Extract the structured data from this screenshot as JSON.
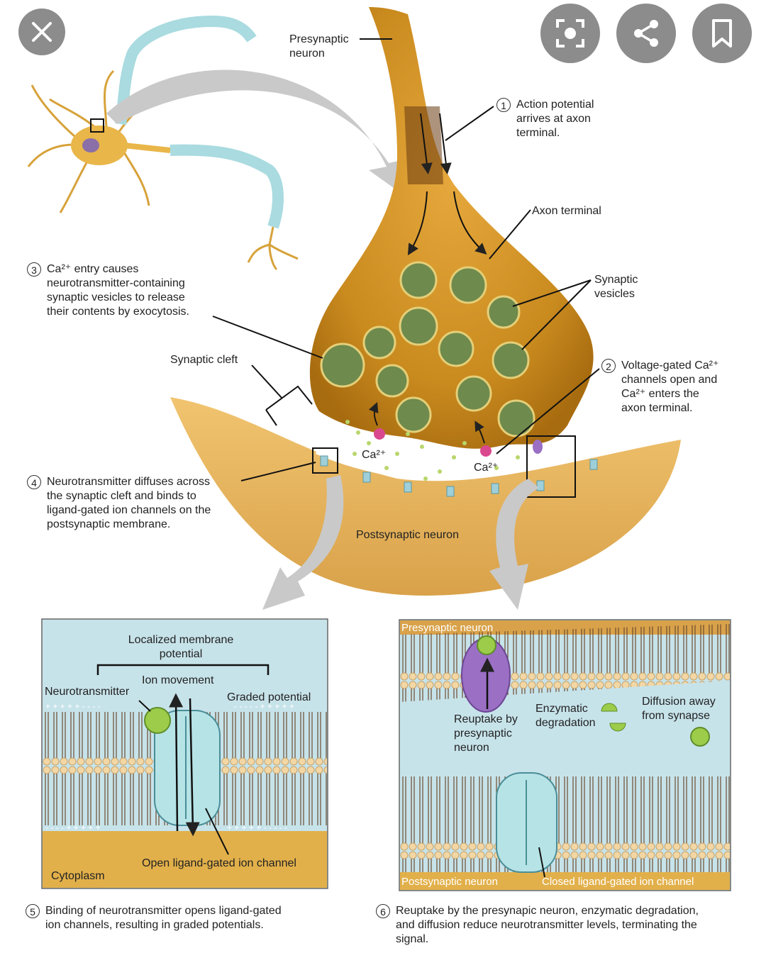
{
  "top": {
    "presynaptic_label": "Presynaptic\nneuron",
    "axon_terminal_label": "Axon terminal",
    "synaptic_vesicles_label": "Synaptic\nvesicles",
    "synaptic_cleft_label": "Synaptic cleft",
    "postsynaptic_label": "Postsynaptic neuron",
    "ca_label_1": "Ca²⁺",
    "ca_label_2": "Ca²⁺"
  },
  "steps": [
    {
      "num": "1",
      "text": "Action potential\narrives at axon\nterminal."
    },
    {
      "num": "2",
      "text": "Voltage-gated Ca²⁺\nchannels open and\nCa²⁺ enters the\naxon terminal."
    },
    {
      "num": "3",
      "text": "Ca²⁺ entry causes\nneurotransmitter-containing\nsynaptic vesicles to release\ntheir contents by exocytosis."
    },
    {
      "num": "4",
      "text": "Neurotransmitter diffuses across\nthe synaptic cleft and binds to\nligand-gated ion channels on the\npostsynaptic membrane."
    },
    {
      "num": "5",
      "text": "Binding of neurotransmitter opens ligand-gated\nion channels, resulting in graded potentials."
    },
    {
      "num": "6",
      "text": "Reuptake by the presynapic neuron, enzymatic degradation,\nand diffusion reduce neurotransmitter levels, terminating the\nsignal."
    }
  ],
  "panel5": {
    "localized": "Localized membrane\npotential",
    "ion_movement": "Ion movement",
    "neurotransmitter": "Neurotransmitter",
    "graded": "Graded potential",
    "open_channel": "Open ligand-gated ion channel",
    "cytoplasm": "Cytoplasm",
    "charges_top_left": "+ + + + + - - - -",
    "charges_top_right": "- - - - - + + + + +",
    "charges_bottom_left": "- - - - + + + + +",
    "charges_bottom_right": "+ + + + + - - - - -"
  },
  "panel6": {
    "presynaptic": "Presynaptic neuron",
    "reuptake": "Reuptake by\npresynaptic\nneuron",
    "enzymatic": "Enzymatic\ndegradation",
    "diffusion": "Diffusion away\nfrom synapse",
    "postsynaptic": "Postsynaptic neuron",
    "closed_channel": "Closed ligand-gated ion channel"
  },
  "overlay_buttons": [
    "close-icon",
    "lens-icon",
    "share-icon",
    "bookmark-icon"
  ]
}
